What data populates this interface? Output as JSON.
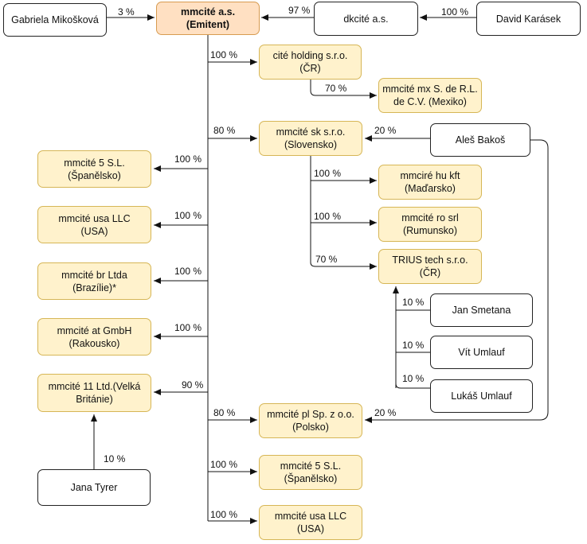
{
  "nodes": {
    "mikoskova": {
      "label": "Gabriela Mikošková"
    },
    "emitent": {
      "line1": "mmcité a.s.",
      "line2": "(Emitent)"
    },
    "dkcite": {
      "label": "dkcité a.s."
    },
    "karasek": {
      "label": "David Karásek"
    },
    "cite_holding": {
      "line1": "cité holding s.r.o.",
      "line2": "(ČR)"
    },
    "mmcite_mx": {
      "line1": "mmcité mx S. de R.L.",
      "line2": "de C.V. (Mexiko)"
    },
    "mmcite_sk": {
      "line1": "mmcité sk s.r.o.",
      "line2": "(Slovensko)"
    },
    "bakos": {
      "label": "Aleš Bakoš"
    },
    "mmcite_5sl_left": {
      "line1": "mmcité 5 S.L.",
      "line2": "(Španělsko)"
    },
    "mmcire_hu": {
      "line1": "mmciré hu kft",
      "line2": "(Maďarsko)"
    },
    "mmcite_usa_left": {
      "line1": "mmcité usa LLC",
      "line2": "(USA)"
    },
    "mmcite_ro": {
      "line1": "mmcité ro srl",
      "line2": "(Rumunsko)"
    },
    "mmcite_br": {
      "line1": "mmcité br Ltda",
      "line2": "(Brazílie)*"
    },
    "trius": {
      "line1": "TRIUS tech s.r.o.",
      "line2": "(ČR)"
    },
    "smetana": {
      "label": "Jan Smetana"
    },
    "mmcite_at": {
      "line1": "mmcité at GmbH",
      "line2": "(Rakousko)"
    },
    "vit_umlauf": {
      "label": "Vít Umlauf"
    },
    "mmcite_11": {
      "line1": "mmcité 11 Ltd.(Velká",
      "line2": "Británie)"
    },
    "lukas_umlauf": {
      "label": "Lukáš Umlauf"
    },
    "mmcite_pl": {
      "line1": "mmcité pl Sp. z o.o.",
      "line2": "(Polsko)"
    },
    "tyrer": {
      "label": "Jana Tyrer"
    },
    "mmcite_5sl_bottom": {
      "line1": "mmcité 5 S.L.",
      "line2": "(Španělsko)"
    },
    "mmcite_usa_bottom": {
      "line1": "mmcité usa LLC",
      "line2": "(USA)"
    }
  },
  "edges": {
    "mikoskova_emitent": "3 %",
    "dkcite_emitent": "97 %",
    "karasek_dkcite": "100 %",
    "emitent_cite_holding": "100 %",
    "cite_holding_mx": "70 %",
    "emitent_sk": "80 %",
    "bakos_sk": "20 %",
    "emitent_5sl_left": "100 %",
    "sk_hu": "100 %",
    "emitent_usa_left": "100 %",
    "sk_ro": "100 %",
    "emitent_br": "100 %",
    "sk_trius": "70 %",
    "smetana_trius": "10 %",
    "emitent_at": "100 %",
    "vit_trius": "10 %",
    "lukas_trius": "10 %",
    "emitent_11": "90 %",
    "emitent_pl": "80 %",
    "bakos_pl": "20 %",
    "tyrer_11": "10 %",
    "emitent_5sl_bottom": "100 %",
    "emitent_usa_bottom": "100 %"
  }
}
